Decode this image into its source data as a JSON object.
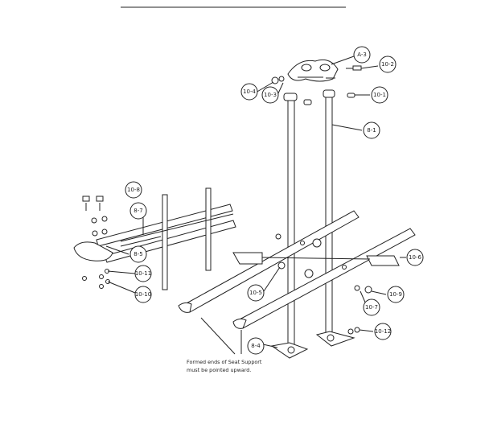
{
  "callouts": [
    {
      "id": "a3",
      "label": "A-3"
    },
    {
      "id": "10-2",
      "label": "10-2"
    },
    {
      "id": "10-4",
      "label": "10-4"
    },
    {
      "id": "10-3",
      "label": "10-3"
    },
    {
      "id": "10-1",
      "label": "10-1"
    },
    {
      "id": "8-1",
      "label": "8-1"
    },
    {
      "id": "10-8",
      "label": "10-8"
    },
    {
      "id": "8-7",
      "label": "8-7"
    },
    {
      "id": "8-5",
      "label": "8-5"
    },
    {
      "id": "10-11",
      "label": "10-11"
    },
    {
      "id": "10-10",
      "label": "10-10"
    },
    {
      "id": "10-6",
      "label": "10-6"
    },
    {
      "id": "10-5",
      "label": "10-5"
    },
    {
      "id": "10-7",
      "label": "10-7"
    },
    {
      "id": "10-9",
      "label": "10-9"
    },
    {
      "id": "10-12",
      "label": "10-12"
    },
    {
      "id": "8-4",
      "label": "8-4"
    }
  ],
  "note": {
    "line1": "Formed ends of Seat Support",
    "line2": "must be pointed upward."
  }
}
